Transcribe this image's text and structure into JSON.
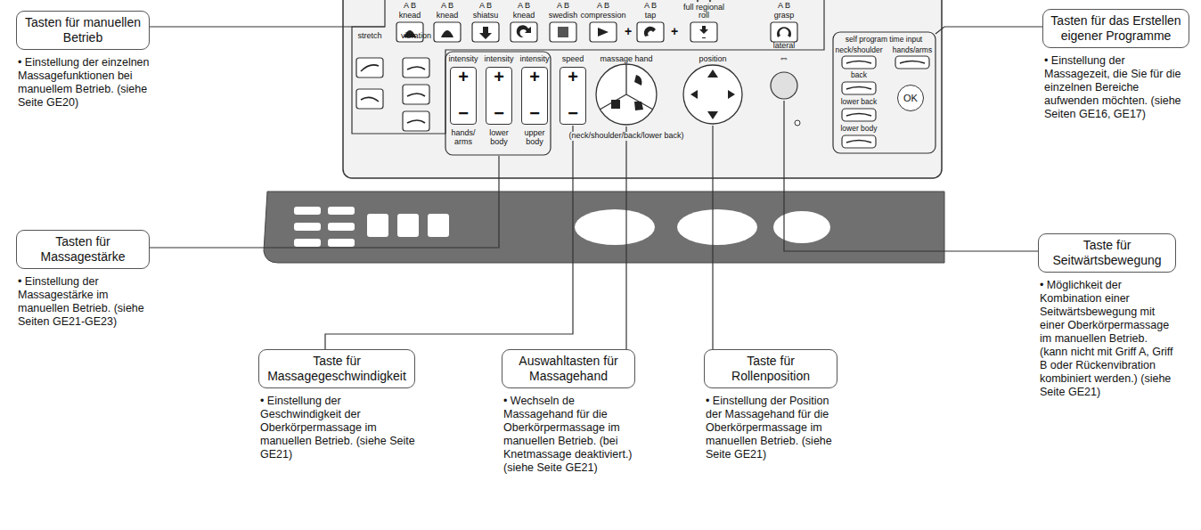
{
  "diagram": {
    "nodes": [
      {
        "text": [
          "Tasten für manuellen Betrieb",
          "• Einstellung der einzelnen Massagefunktionen bei manuellem Betrieb. (siehe Seite GE20)"
        ]
      },
      {
        "text": [
          "Tasten für das Erstellen eigener Programme",
          "• Einstellung der Massagezeit, die Sie für die einzelnen Bereiche aufwenden möchten. (siehe Seiten GE16, GE17)"
        ]
      },
      {
        "text": [
          "Tasten für Massagestärke",
          "• Einstellung der Massagestärke im manuellen Betrieb. (siehe Seiten GE21-GE23)"
        ]
      },
      {
        "text": [
          "Taste für Seitwärtsbewegung",
          "• Möglichkeit der Kombination einer Seitwärtsbewegung mit einer Oberkörpermassage im manuellen Betrieb. (kann nicht mit Griff A, Griff B oder Rückenvibration kombiniert werden.) (siehe Seite GE21)"
        ]
      },
      {
        "text": [
          "Taste für Massagegeschwindigkeit",
          "• Einstellung der Geschwindigkeit der Oberkörpermassage im manuellen Betrieb. (siehe Seite GE21)"
        ]
      },
      {
        "text": [
          "Auswahltasten für Massagehand",
          "• Wechseln de Massagehand für die Oberkörpermassage im manuellen Betrieb. (bei Knetmassage deaktiviert.) (siehe Seite GE21)"
        ]
      },
      {
        "text": [
          "Taste für Rollenposition",
          "• Einstellung der Position der Massagehand für die Oberkörpermassage im manuellen Betrieb. (siehe Seite GE21)"
        ]
      },
      {
        "text": [
          "+",
          "−"
        ]
      },
      {
        "text": [
          "+",
          "−"
        ]
      },
      {
        "text": [
          "+",
          "−"
        ]
      },
      {
        "text": [
          "+",
          "−"
        ]
      },
      {
        "text": [
          "OK"
        ]
      }
    ],
    "labels": [
      "A B",
      "A B",
      "A B",
      "A B",
      "A B",
      "A B",
      "A B",
      "A B",
      "knead",
      "knead",
      "shiatsu",
      "knead",
      "swedish",
      "compression",
      "tap",
      "full regional",
      "roll",
      "grasp",
      "+",
      "+",
      "stretch",
      "vibration",
      "intensity",
      "intensity",
      "intensity",
      "speed",
      "massage hand",
      "position",
      "lateral",
      "⇔",
      "hands/ arms",
      "lower body",
      "upper body",
      "(neck/shoulder/back/lower back)",
      "self program time input",
      "neck/shoulder",
      "hands/arms",
      "back",
      "lower back",
      "lower body"
    ]
  }
}
